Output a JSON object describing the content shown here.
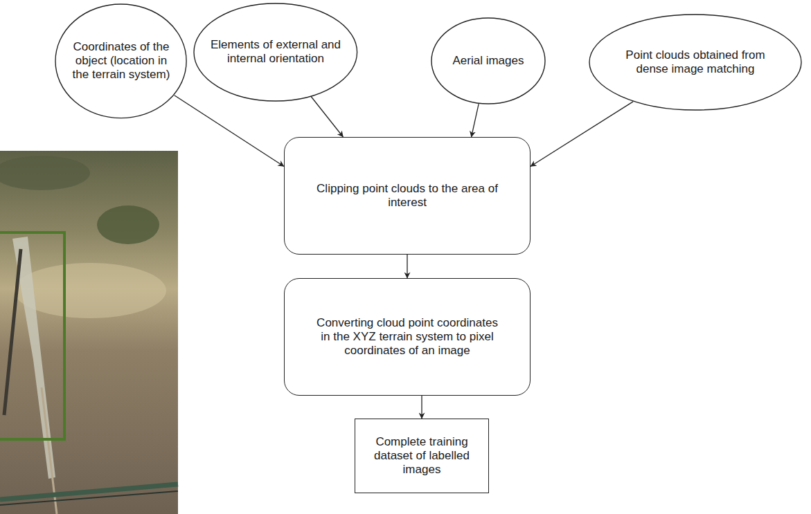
{
  "diagram": {
    "nodes": [
      {
        "text": [
          "Coordinates of the object (location in the terrain system)"
        ]
      },
      {
        "text": [
          "Elements of external and internal orientation"
        ]
      },
      {
        "text": [
          "Aerial images"
        ]
      },
      {
        "text": [
          "Point clouds obtained from dense image matching"
        ]
      },
      {
        "text": [
          "Clipping point clouds to the area of interest"
        ]
      },
      {
        "text": [
          "Converting cloud point coordinates in the XYZ terrain system to pixel coordinates of an image"
        ]
      },
      {
        "text": [
          "Complete training dataset of labelled images"
        ]
      }
    ],
    "edges": [
      {
        "from": 0,
        "to": 4,
        "arrow": "to"
      },
      {
        "from": 1,
        "to": 4,
        "arrow": "to"
      },
      {
        "from": 2,
        "to": 4,
        "arrow": "to"
      },
      {
        "from": 3,
        "to": 4,
        "arrow": "to"
      },
      {
        "from": 4,
        "to": 5,
        "arrow": "to"
      },
      {
        "from": 5,
        "to": 6,
        "arrow": "to"
      }
    ]
  }
}
